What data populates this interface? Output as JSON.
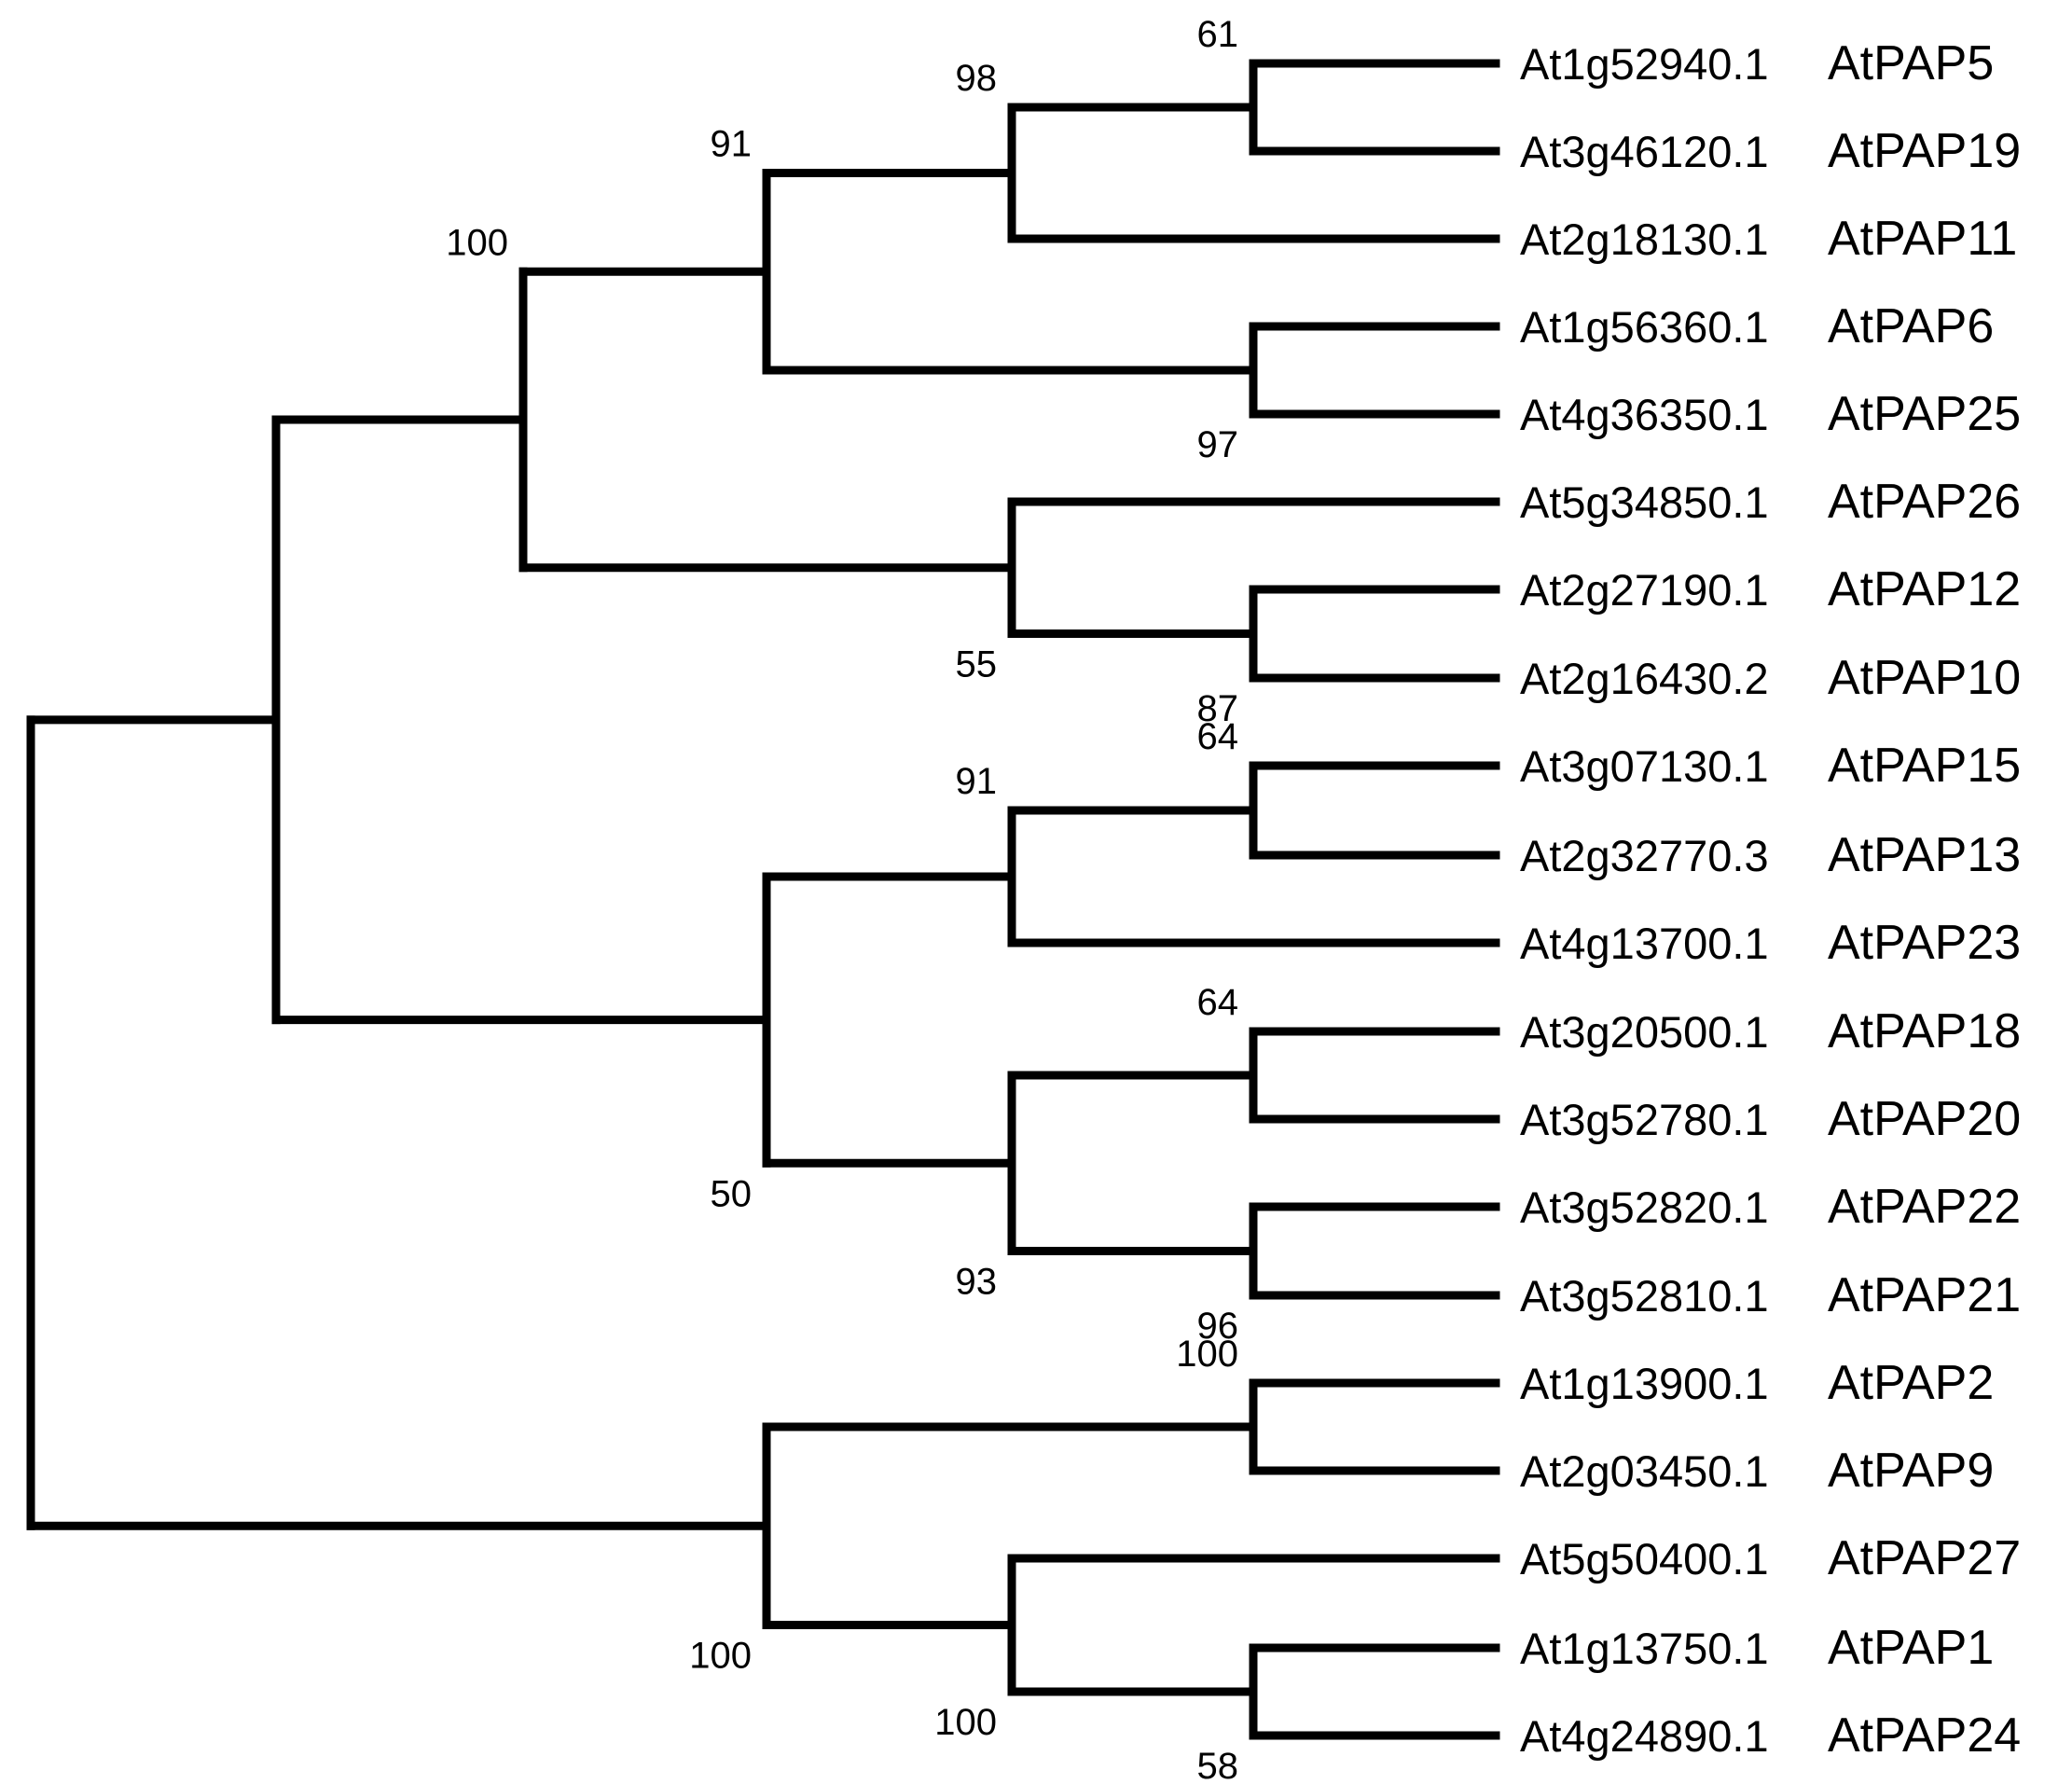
{
  "tree": {
    "taxa": [
      {
        "locus": "At1g52940.1",
        "name": "AtPAP5"
      },
      {
        "locus": "At3g46120.1",
        "name": "AtPAP19"
      },
      {
        "locus": "At2g18130.1",
        "name": "AtPAP11"
      },
      {
        "locus": "At1g56360.1",
        "name": "AtPAP6"
      },
      {
        "locus": "At4g36350.1",
        "name": "AtPAP25"
      },
      {
        "locus": "At5g34850.1",
        "name": "AtPAP26"
      },
      {
        "locus": "At2g27190.1",
        "name": "AtPAP12"
      },
      {
        "locus": "At2g16430.2",
        "name": "AtPAP10"
      },
      {
        "locus": "At3g07130.1",
        "name": "AtPAP15"
      },
      {
        "locus": "At2g32770.3",
        "name": "AtPAP13"
      },
      {
        "locus": "At4g13700.1",
        "name": "AtPAP23"
      },
      {
        "locus": "At3g20500.1",
        "name": "AtPAP18"
      },
      {
        "locus": "At3g52780.1",
        "name": "AtPAP20"
      },
      {
        "locus": "At3g52820.1",
        "name": "AtPAP22"
      },
      {
        "locus": "At3g52810.1",
        "name": "AtPAP21"
      },
      {
        "locus": "At1g13900.1",
        "name": "AtPAP2"
      },
      {
        "locus": "At2g03450.1",
        "name": "AtPAP9"
      },
      {
        "locus": "At5g50400.1",
        "name": "AtPAP27"
      },
      {
        "locus": "At1g13750.1",
        "name": "AtPAP1"
      },
      {
        "locus": "At4g24890.1",
        "name": "AtPAP24"
      }
    ],
    "bootstrap": {
      "n61": "61",
      "n98": "98",
      "n91a": "91",
      "n97": "97",
      "n100a": "100",
      "n87": "87",
      "n55": "55",
      "n64a": "64",
      "n91b": "91",
      "n64b": "64",
      "n96": "96",
      "n93": "93",
      "n50": "50",
      "n100b": "100",
      "n58": "58",
      "n100c": "100",
      "n100d": "100"
    }
  }
}
